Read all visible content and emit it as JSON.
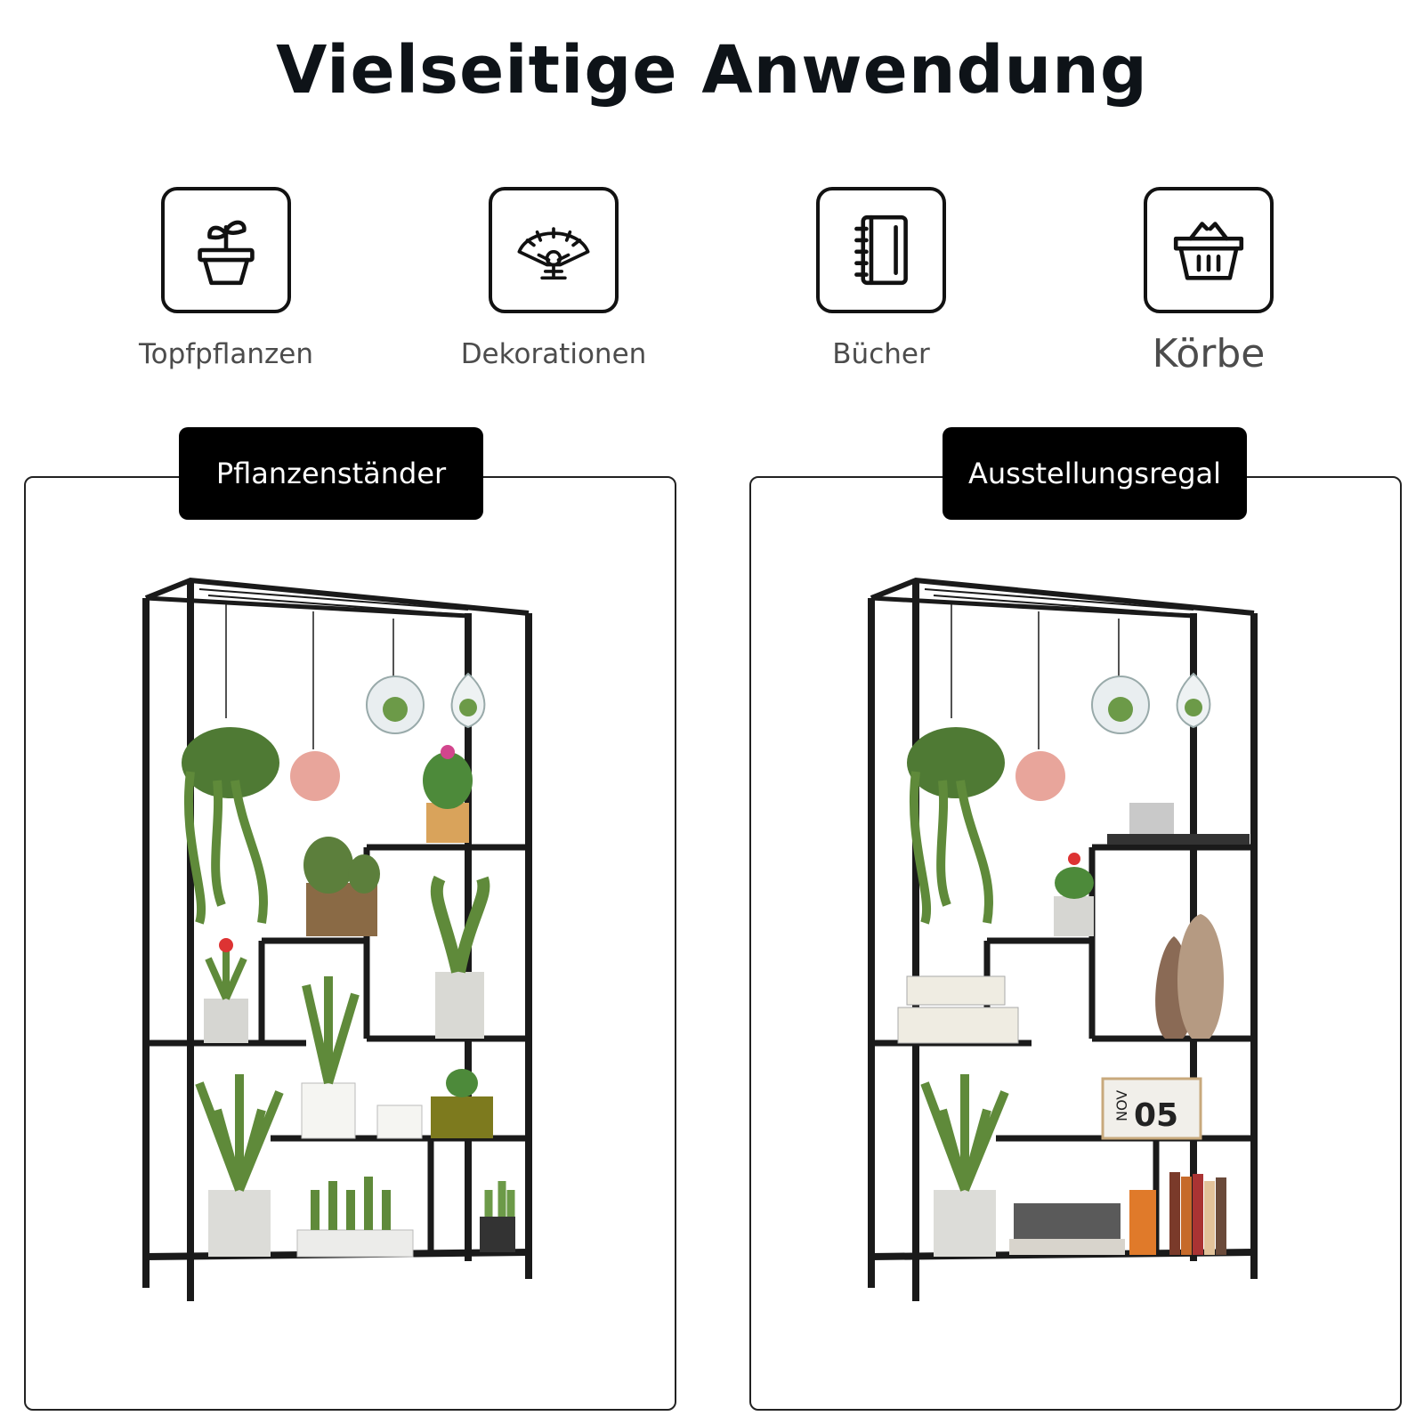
{
  "title": "Vielseitige Anwendung",
  "features": [
    {
      "label": "Topfpflanzen",
      "icon": "plant-pot-icon"
    },
    {
      "label": "Dekorationen",
      "icon": "decorative-fan-icon"
    },
    {
      "label": "Bücher",
      "icon": "notebook-icon"
    },
    {
      "label": "Körbe",
      "icon": "basket-icon"
    }
  ],
  "panels": [
    {
      "badge": "Pflanzenständer"
    },
    {
      "badge": "Ausstellungsregal"
    }
  ],
  "calendar": {
    "month": "NOV",
    "day": "05"
  },
  "colors": {
    "frame": "#1a1a1a",
    "badge": "#000000",
    "leaf": "#5f8a3a",
    "pink": "#e8a59b",
    "wood": "#8a6a45"
  }
}
